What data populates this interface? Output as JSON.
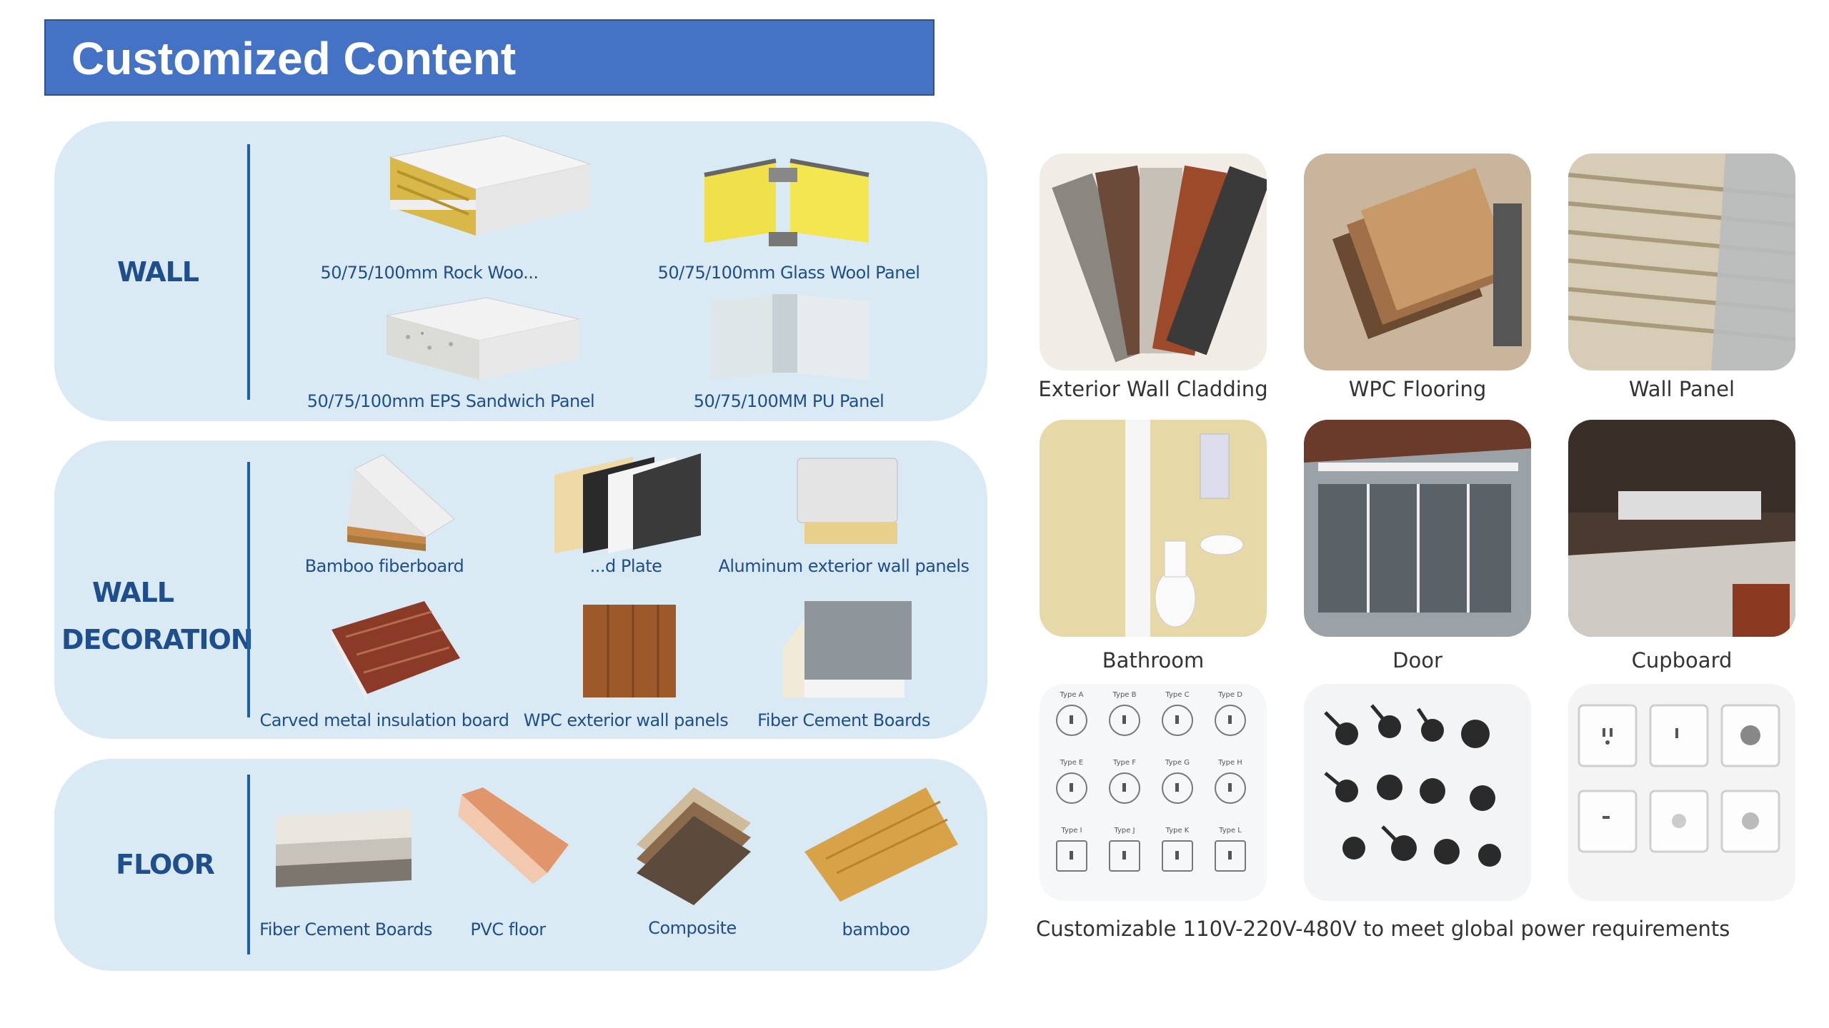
{
  "header": {
    "title": "Customized Content"
  },
  "categories": {
    "wall": {
      "label": "WALL"
    },
    "wall_decoration": {
      "label_line1": "WALL",
      "label_line2": "DECORATION"
    },
    "floor": {
      "label": "FLOOR"
    }
  },
  "wall_items": [
    "50/75/100mm Rock Woo...",
    "50/75/100mm Glass Wool Panel",
    "50/75/100mm EPS Sandwich Panel",
    "50/75/100MM PU Panel"
  ],
  "decoration_items": [
    "Bamboo fiberboard",
    "...d Plate",
    "Aluminum exterior wall panels",
    "Carved metal  insulation board",
    "WPC exterior wall panels",
    "Fiber Cement Boards"
  ],
  "floor_items": [
    "Fiber Cement Boards",
    "PVC floor",
    "Composite",
    "bamboo"
  ],
  "gallery": [
    "Exterior Wall Cladding",
    "WPC Flooring",
    "Wall Panel",
    "Bathroom",
    "Door",
    "Cupboard"
  ],
  "plug_types": [
    "Type A",
    "Type B",
    "Type C",
    "Type D",
    "Type E",
    "Type F",
    "Type G",
    "Type H",
    "Type I",
    "Type J",
    "Type K",
    "Type L"
  ],
  "power_note": "Customizable 110V-220V-480V to meet global power requirements"
}
